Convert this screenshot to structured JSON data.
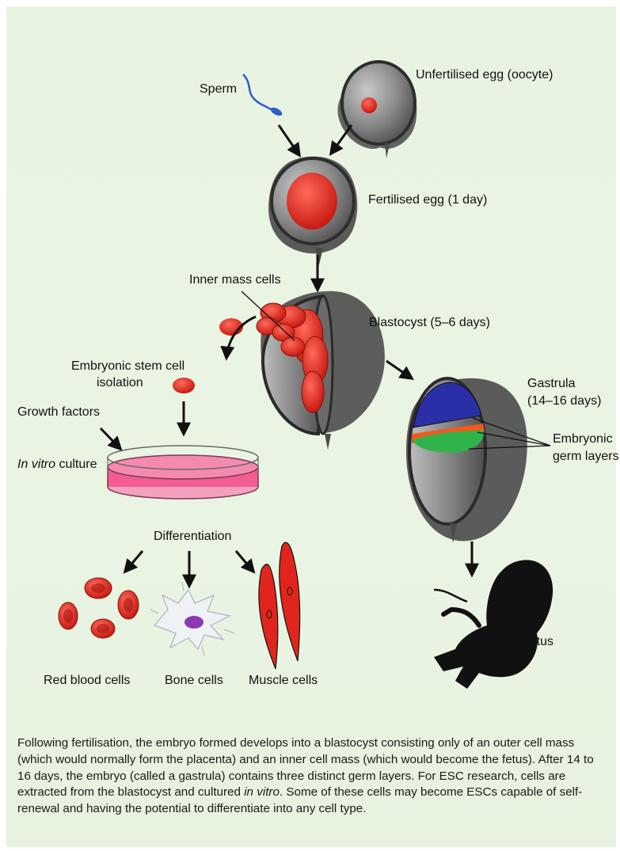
{
  "labels": {
    "sperm": "Sperm",
    "unfertilised_egg": "Unfertilised egg (oocyte)",
    "fertilised_egg": "Fertilised egg (1 day)",
    "inner_mass_cells": "Inner mass cells",
    "blastocyst": "Blastocyst (5–6 days)",
    "esc_isolation_line1": "Embryonic stem cell",
    "esc_isolation_line2": "isolation",
    "growth_factors": "Growth factors",
    "in_vitro_italic": "In vitro",
    "in_vitro_rest": " culture",
    "differentiation": "Differentiation",
    "gastrula_line1": "Gastrula",
    "gastrula_line2": "(14–16 days)",
    "germ_layers_line1": "Embryonic",
    "germ_layers_line2": "germ layers",
    "fetus": "Fetus",
    "red_blood_cells": "Red blood cells",
    "bone_cells": "Bone cells",
    "muscle_cells": "Muscle cells"
  },
  "caption": {
    "part1": "Following fertilisation, the embryo formed develops into a blastocyst consisting only of an outer cell mass (which would normally form the placenta) and an inner cell mass (which would become the fetus). After 14 to 16 days, the embryo (called a gastrula) contains three distinct germ layers. For ESC research, cells are extracted from the blastocyst and cultured ",
    "italic": "in vitro",
    "part2": ". Some of these cells may become ESCs capable of self-renewal and having the potential to differentiate into any cell type."
  },
  "colors": {
    "background": "#e9f3e1",
    "cell_red": "#e0261c",
    "egg_shell": "#3a3a3a",
    "egg_fill": "#8a8a8a",
    "dish_pink": "#f25c93",
    "layer_blue": "#2a2fa8",
    "layer_orange": "#f05a1e",
    "layer_green": "#2fb34a",
    "sperm_blue": "#2d5fc4"
  }
}
